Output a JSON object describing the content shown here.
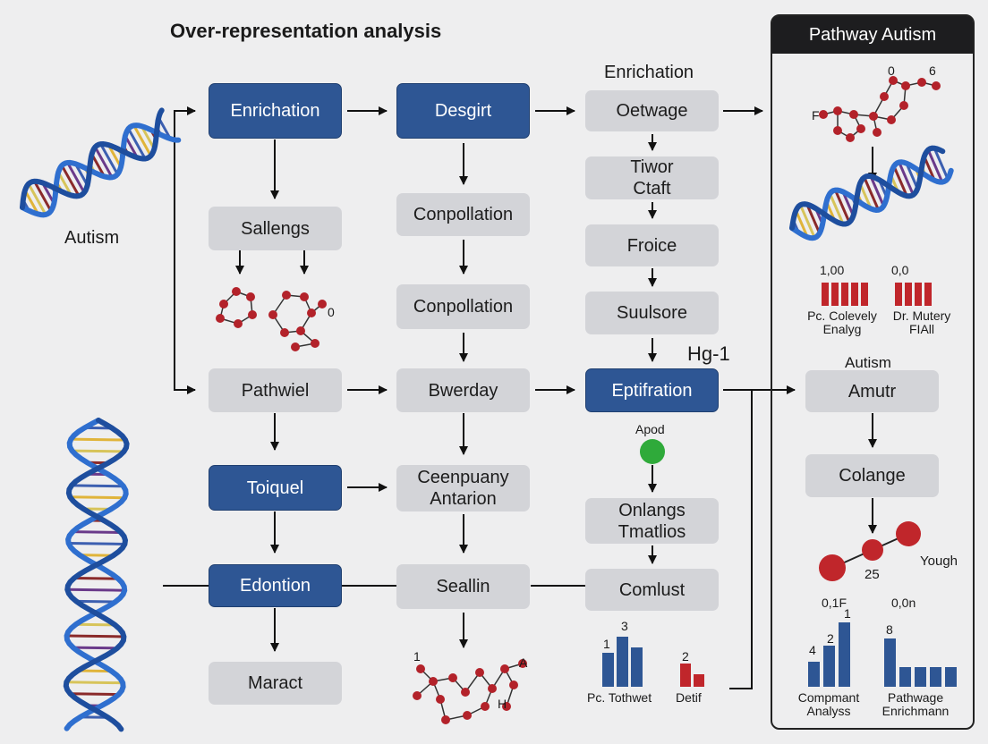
{
  "title": "Over-representation analysis",
  "left_label": "Autism",
  "panel": {
    "header": "Pathway Autism"
  },
  "columns": {
    "c1": [
      "Enrichation",
      "Sallengs",
      "Pathwiel",
      "Toiquel",
      "Edontion",
      "Maract"
    ],
    "c2": [
      "Desgirt",
      "Conpollation",
      "Conpollation",
      "Bwerday",
      "Ceenpuany\nAntarion",
      "Seallin"
    ],
    "c3": [
      "Oetwage",
      "Tiwor\nCtaft",
      "Froice",
      "Suulsore",
      "Eptifration",
      "Onlangs\nTmatlios",
      "Comlust"
    ],
    "c4": [
      "Amutr",
      "Colange"
    ]
  },
  "annotations": {
    "c3_header": "Enrichation",
    "hg": "Hg-1",
    "apod": "Apod",
    "panel_autism": "Autism",
    "mol_top_left_tag": "0",
    "mol_bottom_tag_1": "1",
    "mol_bottom_tag_a": "A",
    "mol_bottom_tag_h": "H",
    "panel_mol_tag_f": "F",
    "panel_mol_tag_0": "0",
    "panel_mol_tag_6": "6",
    "pair_value": "25",
    "pair_label": "Yough"
  },
  "charts": {
    "panel_top": {
      "values_labels": [
        "1,00",
        "0,0"
      ],
      "captions": [
        "Pc. Colevely\nEnalyg",
        "Dr. Mutery\nFIAll"
      ]
    },
    "bottom_mid": {
      "bar_labels": [
        "1",
        "3",
        "2"
      ],
      "captions": [
        "Pc. Tothwet",
        "Detif"
      ]
    },
    "panel_bottom": {
      "top_labels": [
        "0,1F",
        "0,0n"
      ],
      "bar_labels": [
        "4",
        "2",
        "1",
        "8"
      ],
      "captions": [
        "Compmant\nAnalyss",
        "Pathwage\nEnrichmann"
      ]
    }
  },
  "colors": {
    "blue_node": "#2e5694",
    "grey_node": "#d3d4d8",
    "bar": "#2e5694",
    "red_bar": "#c0262b",
    "molecule": "#b3222a",
    "green": "#2faa3a"
  }
}
